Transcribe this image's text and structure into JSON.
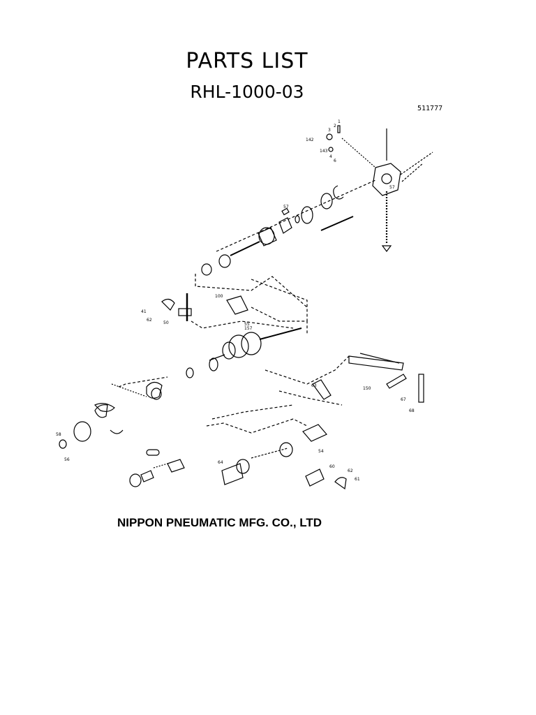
{
  "document": {
    "title": "PARTS  LIST",
    "model": "RHL-1000-03",
    "doc_number": "511777",
    "company": "NIPPON PNEUMATIC MFG. CO., LTD"
  },
  "diagram": {
    "callouts": [
      "142",
      "3",
      "2",
      "1",
      "143",
      "4",
      "6",
      "57",
      "57",
      "41",
      "62",
      "50",
      "100",
      "55",
      "157",
      "63",
      "150",
      "67",
      "68",
      "58",
      "56",
      "64",
      "54",
      "60",
      "62",
      "61"
    ]
  }
}
